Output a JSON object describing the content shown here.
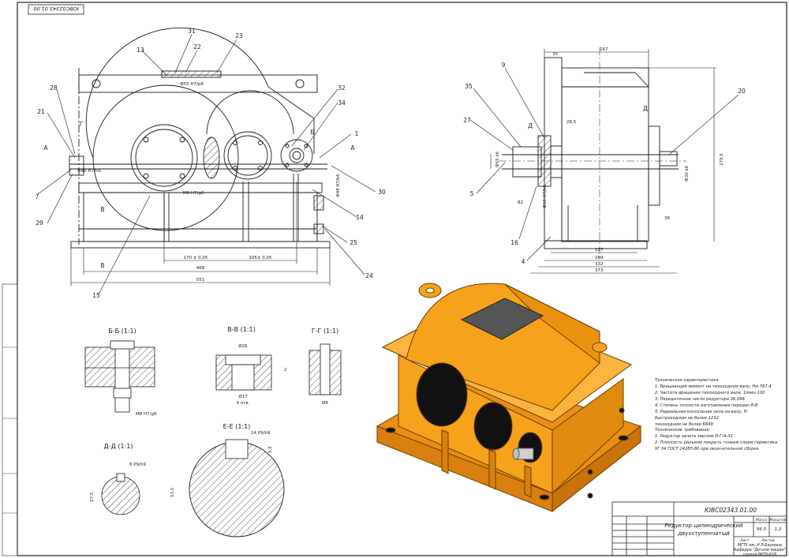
{
  "drawing": {
    "stamp_top": "ЮВС02343.01.00",
    "designation": "ЮВС02343.01.00",
    "title_line1": "Редуктор цилиндрический",
    "title_line2": "двухступенчатый",
    "mass": "96.5",
    "scale": "1:2",
    "org_line1": "МГТУ им. Н.Э.Баумана",
    "org_line2": "Кафедра \"Детали машин\"",
    "org_line3": "группа РКТ6-61Б",
    "sheet_label": "Лист",
    "sheets_label": "Листов",
    "mass_label": "Масса",
    "scale_label": "Масштаб"
  },
  "front_view": {
    "callouts": [
      "31",
      "22",
      "23",
      "13",
      "28",
      "32",
      "34",
      "21",
      "1",
      "Г",
      "Б",
      "7",
      "29",
      "30",
      "14",
      "25",
      "24",
      "15",
      "А",
      "А",
      "В",
      "В"
    ],
    "dims": [
      "Ф55 H7/р6",
      "Ф40 H7/n6",
      "Ф48 H7/k6",
      "M8 H7/g6",
      "170 ± 0,05",
      "105± 0,05",
      "468",
      "551"
    ]
  },
  "side_view": {
    "callouts": [
      "9",
      "35",
      "27",
      "20",
      "5",
      "16",
      "4",
      "Д",
      "Д"
    ],
    "dims": [
      "35",
      "167",
      "28,5",
      "Ф55 k6",
      "Ф30 k6",
      "Ф50 H7/k6",
      "82",
      "36",
      "127",
      "289",
      "332",
      "373",
      "279,5"
    ]
  },
  "sections": {
    "bb": {
      "title": "Б-Б (1:1)",
      "fit": "M8 H7/g6"
    },
    "vv": {
      "title": "В-В (1:1)",
      "d1": "Ø26",
      "d2": "Ø17",
      "h": "2",
      "note": "4 отв."
    },
    "gg": {
      "title": "Г-Г (1:1)",
      "d": "Ø8"
    },
    "dd": {
      "title": "Д-Д (1:1)",
      "key": "6 P9/h9",
      "dim": "27,5"
    },
    "ee": {
      "title": "Е-Е (1:1)",
      "key": "14 P9/h9",
      "depth": "5,5",
      "dim": "53,5"
    }
  },
  "tech_specs": {
    "heading": "Техническая характеристика",
    "items": [
      "1.  Вращающий момент на тихоходном валу, Нм     767,4",
      "2.  Частота вращения тихоходного вала, 1/мин     100",
      "3.  Передаточное число редуктора                     36,096",
      "4.  Степень точности изготовления передач         8-В",
      "5.  Радиальная консольная сила на валу, Н",
      "       быстроходном не более                          1232",
      "       тихоходном не более                            6649"
    ]
  },
  "tech_requirements": {
    "heading": "Технические требования",
    "items": [
      "1. Редуктор залить маслом И-Г-А-32",
      "2. Плоскость разъема покрыть тонким слоем герметика",
      "УГ 34 ГОСТ 24285-80 при окончательной сборке"
    ]
  },
  "colors": {
    "body": "#f7a21c",
    "body_shade": "#d9800e",
    "covers": "#111111",
    "line": "#1a1a1a"
  }
}
